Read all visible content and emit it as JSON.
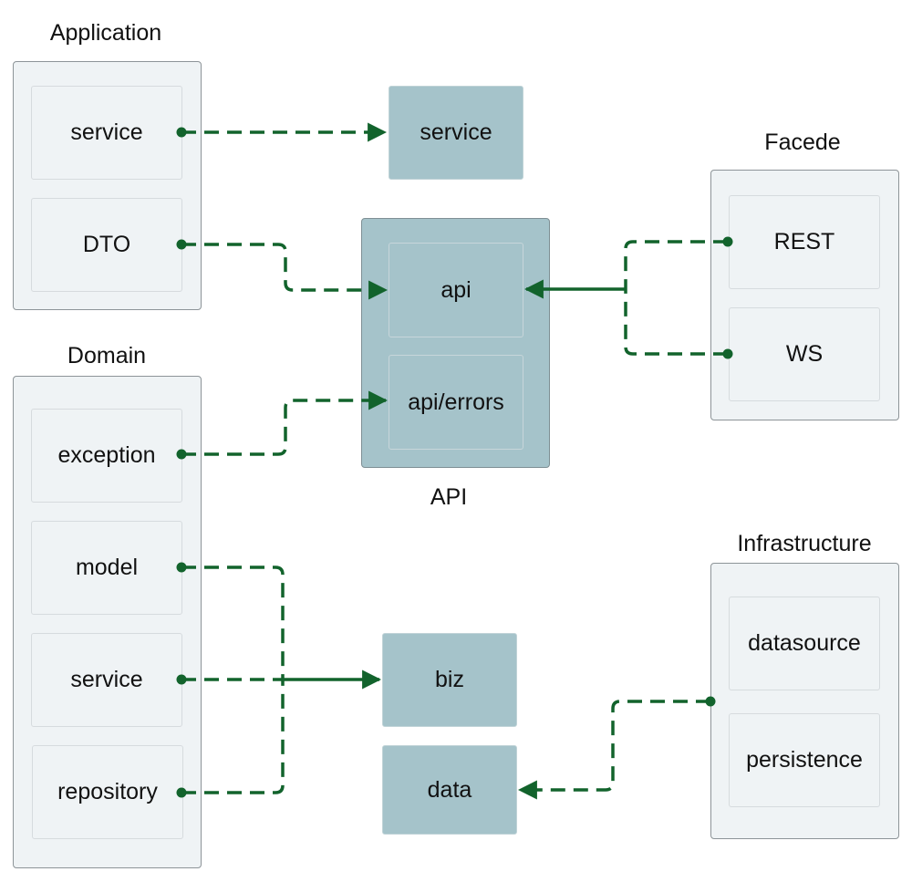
{
  "diagram": {
    "edge_color": "#12632c",
    "groups": {
      "application": {
        "title": "Application",
        "items": [
          "service",
          "DTO"
        ]
      },
      "domain": {
        "title": "Domain",
        "items": [
          "exception",
          "model",
          "service",
          "repository"
        ]
      },
      "api": {
        "title": "API",
        "items": [
          "api",
          "api/errors"
        ]
      },
      "facede": {
        "title": "Facede",
        "items": [
          "REST",
          "WS"
        ]
      },
      "infrastructure": {
        "title": "Infrastructure",
        "items": [
          "datasource",
          "persistence"
        ]
      }
    },
    "nodes": {
      "service": "service",
      "biz": "biz",
      "data": "data"
    },
    "edges": [
      {
        "from": "Application.service",
        "to": "service",
        "style": "dashed"
      },
      {
        "from": "Application.DTO",
        "to": "API.api",
        "style": "dashed"
      },
      {
        "from": "Domain.exception",
        "to": "API.api/errors",
        "style": "dashed"
      },
      {
        "from": "Domain.model",
        "to": "biz",
        "style": "dashed"
      },
      {
        "from": "Domain.service",
        "to": "biz",
        "style": "dashed"
      },
      {
        "from": "Domain.repository",
        "to": "biz",
        "style": "dashed"
      },
      {
        "from": "Facede.REST",
        "to": "API.api",
        "style": "dashed"
      },
      {
        "from": "Facede.WS",
        "to": "API.api",
        "style": "dashed"
      },
      {
        "from": "Infrastructure",
        "to": "data",
        "style": "dashed"
      }
    ]
  }
}
